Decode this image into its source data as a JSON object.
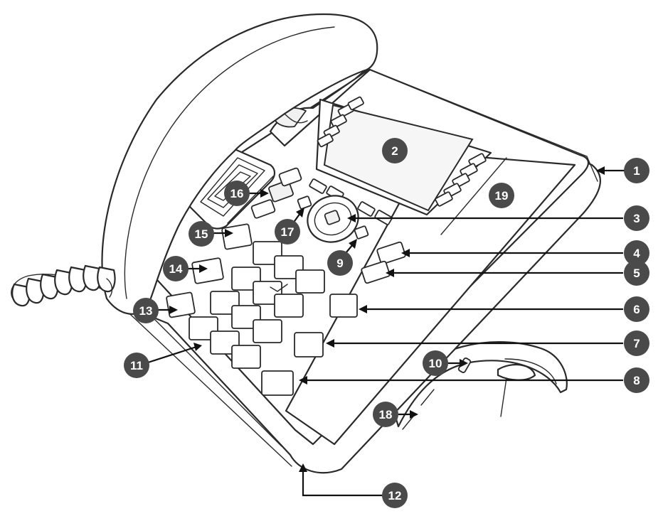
{
  "callouts": [
    {
      "id": 1,
      "label": "1"
    },
    {
      "id": 2,
      "label": "2"
    },
    {
      "id": 3,
      "label": "3"
    },
    {
      "id": 4,
      "label": "4"
    },
    {
      "id": 5,
      "label": "5"
    },
    {
      "id": 6,
      "label": "6"
    },
    {
      "id": 7,
      "label": "7"
    },
    {
      "id": 8,
      "label": "8"
    },
    {
      "id": 9,
      "label": "9"
    },
    {
      "id": 10,
      "label": "10"
    },
    {
      "id": 11,
      "label": "11"
    },
    {
      "id": 12,
      "label": "12"
    },
    {
      "id": 13,
      "label": "13"
    },
    {
      "id": 14,
      "label": "14"
    },
    {
      "id": 15,
      "label": "15"
    },
    {
      "id": 16,
      "label": "16"
    },
    {
      "id": 17,
      "label": "17"
    },
    {
      "id": 18,
      "label": "18"
    },
    {
      "id": 19,
      "label": "19"
    }
  ],
  "colors": {
    "badge": "#4a4a4a",
    "badge_text": "#ffffff",
    "outline": "#2a2a2a",
    "leader": "#111111"
  }
}
